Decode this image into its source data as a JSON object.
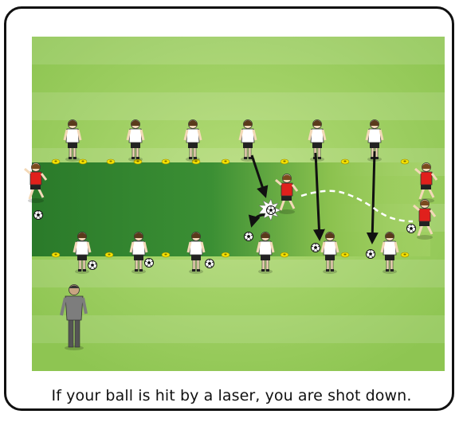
{
  "caption": "If your ball is hit by a laser, you are shot down.",
  "colors": {
    "grass_light": "#a9d56a",
    "grass_mid": "#8cc34f",
    "lane_dark": "#2f7d2c",
    "cone": "#f5e100",
    "red_shirt": "#e0201c",
    "white_shirt": "#ffffff",
    "dark_shorts": "#222222",
    "frame": "#111111"
  },
  "icons": {
    "cone": "cone-marker",
    "ball": "soccer-ball",
    "player_white": "white-team-player",
    "player_red": "red-team-player",
    "coach": "coach-figure",
    "arrow": "pass-arrow",
    "dribble": "dribble-path"
  }
}
